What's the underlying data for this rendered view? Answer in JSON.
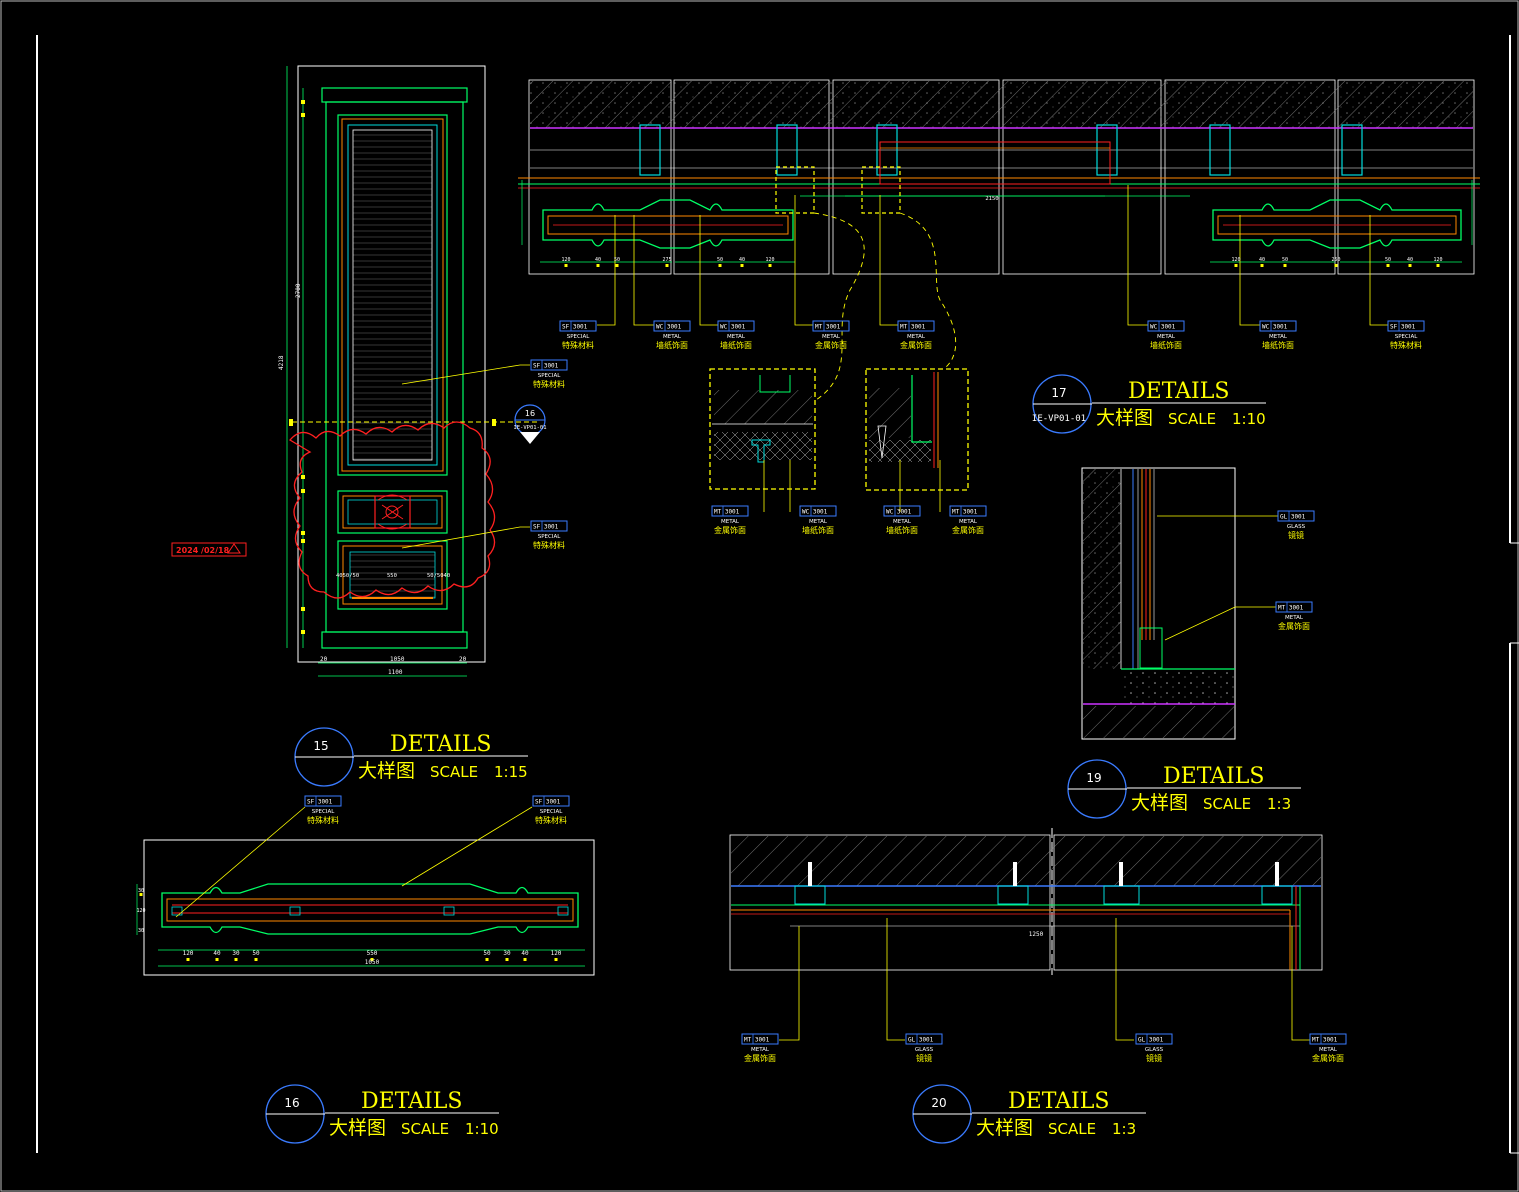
{
  "colors": {
    "background": "#000000",
    "frame": "#ffffff",
    "title": "#ffff00",
    "tag_box": "#3a7bff",
    "revision": "#ff2020",
    "hatch": "#9a9a9a",
    "dim": "#00ff66",
    "wood": "#ff8800",
    "purple": "#cc33ff",
    "cyan": "#00dddd",
    "blue": "#2b4cff"
  },
  "callouts": {
    "d15": {
      "num": "15",
      "title": "DETAILS",
      "subtitle": "大样图",
      "scale_word": "SCALE",
      "scale_value": "1:15"
    },
    "d16": {
      "num": "16",
      "title": "DETAILS",
      "subtitle": "大样图",
      "scale_word": "SCALE",
      "scale_value": "1:10"
    },
    "d17": {
      "num": "17",
      "ref": "IE-VP01-01",
      "title": "DETAILS",
      "subtitle": "大样图",
      "scale_word": "SCALE",
      "scale_value": "1:10"
    },
    "d19": {
      "num": "19",
      "title": "DETAILS",
      "subtitle": "大样图",
      "scale_word": "SCALE",
      "scale_value": "1:3"
    },
    "d20": {
      "num": "20",
      "title": "DETAILS",
      "subtitle": "大样图",
      "scale_word": "SCALE",
      "scale_value": "1:3"
    }
  },
  "section_mark": {
    "num": "16",
    "ref": "IE-VP01-01"
  },
  "revision_tag": "2024 /02/18",
  "tags": {
    "door_sf1": {
      "code": "SF 3001",
      "en": "SPECIAL",
      "cn": "特殊材料"
    },
    "door_sf2": {
      "code": "SF 3001",
      "en": "SPECIAL",
      "cn": "特殊材料"
    },
    "d16_sf1": {
      "code": "SF 3001",
      "en": "SPECIAL",
      "cn": "特殊材料"
    },
    "d16_sf2": {
      "code": "SF 3001",
      "en": "SPECIAL",
      "cn": "特殊材料"
    },
    "d17_1": {
      "code": "SF 3001",
      "en": "SPECIAL",
      "cn": "特殊材料"
    },
    "d17_2": {
      "code": "WC 3001",
      "en": "METAL",
      "cn": "墙纸饰面"
    },
    "d17_3": {
      "code": "WC 3001",
      "en": "METAL",
      "cn": "墙纸饰面"
    },
    "d17_4": {
      "code": "MT 3001",
      "en": "METAL",
      "cn": "金属饰面"
    },
    "d17_5": {
      "code": "MT 3001",
      "en": "METAL",
      "cn": "金属饰面"
    },
    "d17_6": {
      "code": "WC 3001",
      "en": "METAL",
      "cn": "墙纸饰面"
    },
    "d17_7": {
      "code": "WC 3001",
      "en": "METAL",
      "cn": "墙纸饰面"
    },
    "d17_8": {
      "code": "SF 3001",
      "en": "SPECIAL",
      "cn": "特殊材料"
    },
    "z1_mt": {
      "code": "MT 3001",
      "en": "METAL",
      "cn": "金属饰面"
    },
    "z1_wc": {
      "code": "WC 3001",
      "en": "METAL",
      "cn": "墙纸饰面"
    },
    "z2_wc": {
      "code": "WC 3001",
      "en": "METAL",
      "cn": "墙纸饰面"
    },
    "z2_mt": {
      "code": "MT 3001",
      "en": "METAL",
      "cn": "金属饰面"
    },
    "d19_gl": {
      "code": "GL 3001",
      "en": "GLASS",
      "cn": "镜镜"
    },
    "d19_mt": {
      "code": "MT 3001",
      "en": "METAL",
      "cn": "金属饰面"
    },
    "d20_mt1": {
      "code": "MT 3001",
      "en": "METAL",
      "cn": "金属饰面"
    },
    "d20_gl1": {
      "code": "GL 3001",
      "en": "GLASS",
      "cn": "镜镜"
    },
    "d20_gl2": {
      "code": "GL 3001",
      "en": "GLASS",
      "cn": "镜镜"
    },
    "d20_mt2": {
      "code": "MT 3001",
      "en": "METAL",
      "cn": "金属饰面"
    }
  },
  "dims": {
    "door_total_h": "4218",
    "door_panel_h": "2700",
    "door_w_inner": "1050",
    "door_w_total": "1100",
    "door_side_l": "20",
    "door_side_r": "20",
    "door_panel_mid": "550",
    "door_panel_l": "4050/50",
    "door_panel_r": "50/5040",
    "d16": [
      "120",
      "40",
      "30",
      "50",
      "550",
      "50",
      "30",
      "40",
      "120"
    ],
    "d16_total": "1050",
    "d16_h": [
      "30",
      "120",
      "30"
    ],
    "d17_top": [
      "120",
      "40",
      "50",
      "275",
      "50",
      "40",
      "120"
    ],
    "d17_mid": "2150",
    "d17_right": [
      "120",
      "40",
      "50",
      "250",
      "50",
      "40",
      "120"
    ],
    "d20_w": "1250"
  }
}
